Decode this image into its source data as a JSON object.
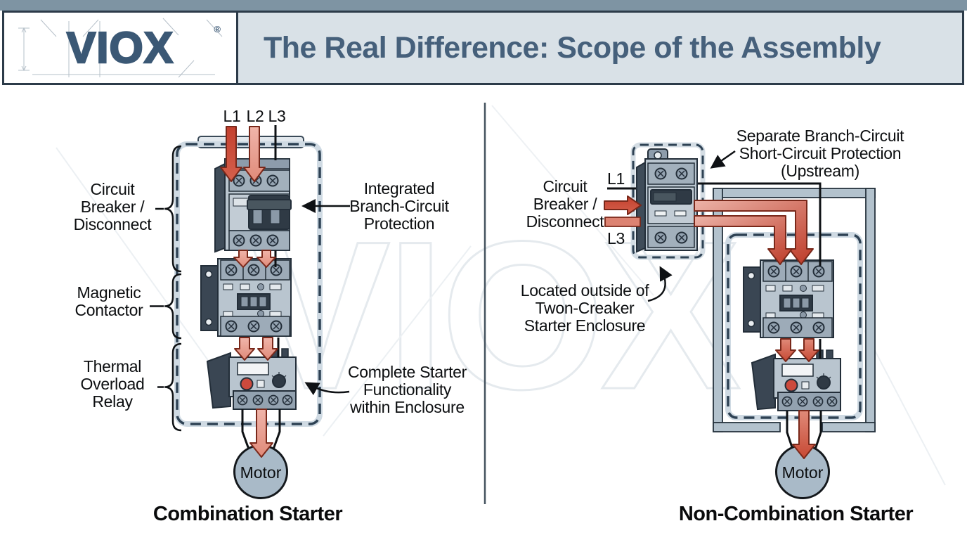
{
  "colors": {
    "top_bar": "#7e94a3",
    "header_bg": "#d9e1e7",
    "header_border": "#2c3b49",
    "title_text": "#46607b",
    "logo_text": "#3b5875",
    "label_text": "#0c0e10",
    "arrow_red": "#c3402e",
    "arrow_salmon": "#efb2a6",
    "arrow_outline": "#79281a",
    "component_light": "#b9c5cf",
    "component_dark": "#3a4653",
    "enclosure_dash": "#2e4254",
    "frame_fill": "#b3c2cd",
    "motor_fill": "#a9bac8",
    "watermark": "#e5eaee"
  },
  "header": {
    "logo_text": "VIOX",
    "registered_mark": "®",
    "title": "The Real Difference: Scope of the Assembly"
  },
  "watermark_text": "VIOX",
  "left_panel": {
    "phase_labels": [
      "L1",
      "L2",
      "L3"
    ],
    "breaker_label_lines": [
      "Circuit",
      "Breaker /",
      "Disconnect"
    ],
    "contactor_label_lines": [
      "Magnetic",
      "Contactor"
    ],
    "relay_label_lines": [
      "Thermal",
      "Overload",
      "Relay"
    ],
    "integrated_annotation_lines": [
      "Integrated",
      "Branch-Circuit",
      "Protection"
    ],
    "complete_annotation_lines": [
      "Complete Starter",
      "Functionality",
      "within Enclosure"
    ],
    "motor_label": "Motor",
    "caption": "Combination Starter"
  },
  "right_panel": {
    "separate_annotation_lines": [
      "Separate Branch-Circuit",
      "Short-Circuit Protection",
      "(Upstream)"
    ],
    "breaker_label_lines": [
      "Circuit",
      "Breaker /",
      "Disconnect"
    ],
    "phase_label_top": "L1",
    "phase_label_bottom": "L3",
    "located_annotation_lines": [
      "Located outside of",
      "Twon-Creaker",
      "Starter Enclosure"
    ],
    "motor_label": "Motor",
    "caption": "Non-Combination Starter"
  }
}
